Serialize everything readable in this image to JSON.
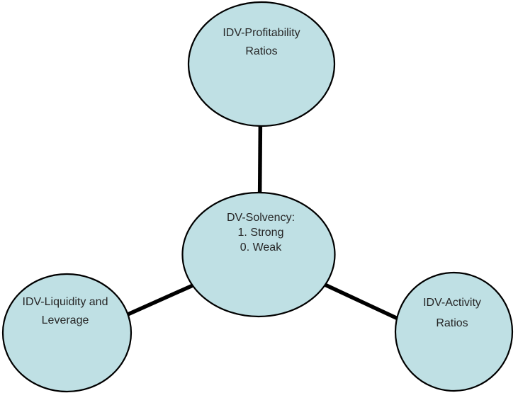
{
  "diagram": {
    "colors": {
      "background": "#ffffff",
      "node_fill": "#bfe0e4",
      "node_stroke": "#000000",
      "connector": "#000000",
      "text": "#262626"
    },
    "nodes": {
      "profitability": {
        "lines": [
          "IDV-Profitability",
          "Ratios"
        ]
      },
      "solvency": {
        "lines": [
          "DV-Solvency:",
          "1. Strong",
          "0. Weak"
        ]
      },
      "liquidity": {
        "lines": [
          "IDV-Liquidity and",
          "Leverage"
        ]
      },
      "activity": {
        "lines": [
          "IDV-Activity",
          "Ratios"
        ]
      }
    }
  }
}
